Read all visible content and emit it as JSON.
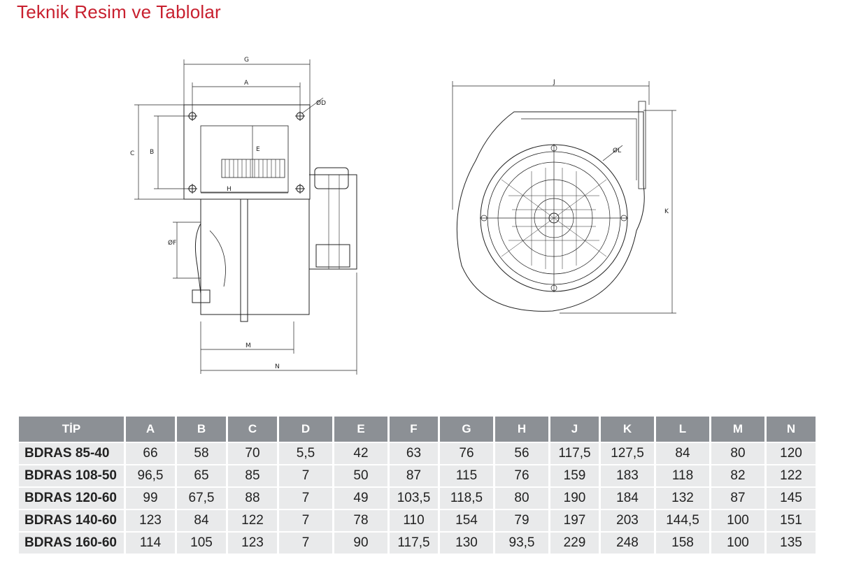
{
  "page": {
    "title": "Teknik Resim ve Tablolar"
  },
  "drawing": {
    "side_labels": {
      "G": "G",
      "A": "A",
      "D": "ØD",
      "C": "C",
      "B": "B",
      "E": "E",
      "H": "H",
      "F": "ØF",
      "M": "M",
      "N": "N"
    },
    "front_labels": {
      "J": "J",
      "L": "ØL",
      "K": "K"
    }
  },
  "table": {
    "headers": [
      "TİP",
      "A",
      "B",
      "C",
      "D",
      "E",
      "F",
      "G",
      "H",
      "J",
      "K",
      "L",
      "M",
      "N"
    ],
    "rows": [
      [
        "BDRAS 85-40",
        "66",
        "58",
        "70",
        "5,5",
        "42",
        "63",
        "76",
        "56",
        "117,5",
        "127,5",
        "84",
        "80",
        "120"
      ],
      [
        "BDRAS 108-50",
        "96,5",
        "65",
        "85",
        "7",
        "50",
        "87",
        "115",
        "76",
        "159",
        "183",
        "118",
        "82",
        "122"
      ],
      [
        "BDRAS 120-60",
        "99",
        "67,5",
        "88",
        "7",
        "49",
        "103,5",
        "118,5",
        "80",
        "190",
        "184",
        "132",
        "87",
        "145"
      ],
      [
        "BDRAS 140-60",
        "123",
        "84",
        "122",
        "7",
        "78",
        "110",
        "154",
        "79",
        "197",
        "203",
        "144,5",
        "100",
        "151"
      ],
      [
        "BDRAS 160-60",
        "114",
        "105",
        "123",
        "7",
        "90",
        "117,5",
        "130",
        "93,5",
        "229",
        "248",
        "158",
        "100",
        "135"
      ]
    ]
  }
}
